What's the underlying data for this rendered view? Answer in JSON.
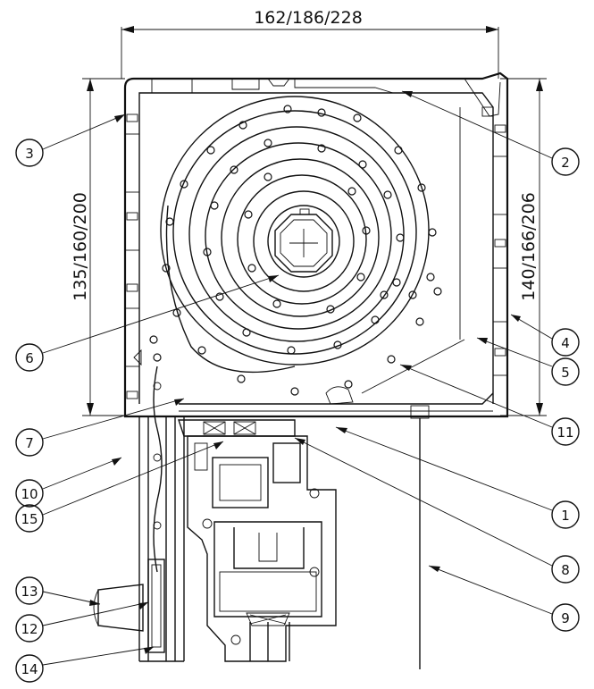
{
  "dimensions": {
    "width_label": "162/186/228",
    "left_height_label": "135/160/200",
    "right_height_label": "140/166/206"
  },
  "callouts": [
    {
      "id": "c3",
      "label": "3"
    },
    {
      "id": "c2",
      "label": "2"
    },
    {
      "id": "c6",
      "label": "6"
    },
    {
      "id": "c4",
      "label": "4"
    },
    {
      "id": "c5",
      "label": "5"
    },
    {
      "id": "c11",
      "label": "11"
    },
    {
      "id": "c7",
      "label": "7"
    },
    {
      "id": "c10",
      "label": "10"
    },
    {
      "id": "c1",
      "label": "1"
    },
    {
      "id": "c15",
      "label": "15"
    },
    {
      "id": "c8",
      "label": "8"
    },
    {
      "id": "c13",
      "label": "13"
    },
    {
      "id": "c9",
      "label": "9"
    },
    {
      "id": "c12",
      "label": "12"
    },
    {
      "id": "c14",
      "label": "14"
    }
  ]
}
